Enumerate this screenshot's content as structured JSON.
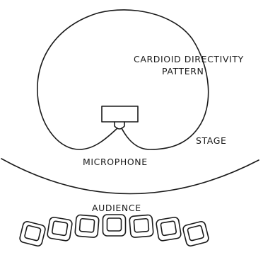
{
  "labels": {
    "pattern_line1": "CARDIOID DIRECTIVITY",
    "pattern_line2": "PATTERN",
    "stage": "STAGE",
    "microphone": "MICROPHONE",
    "audience": "AUDIENCE"
  },
  "seat_count": 7
}
